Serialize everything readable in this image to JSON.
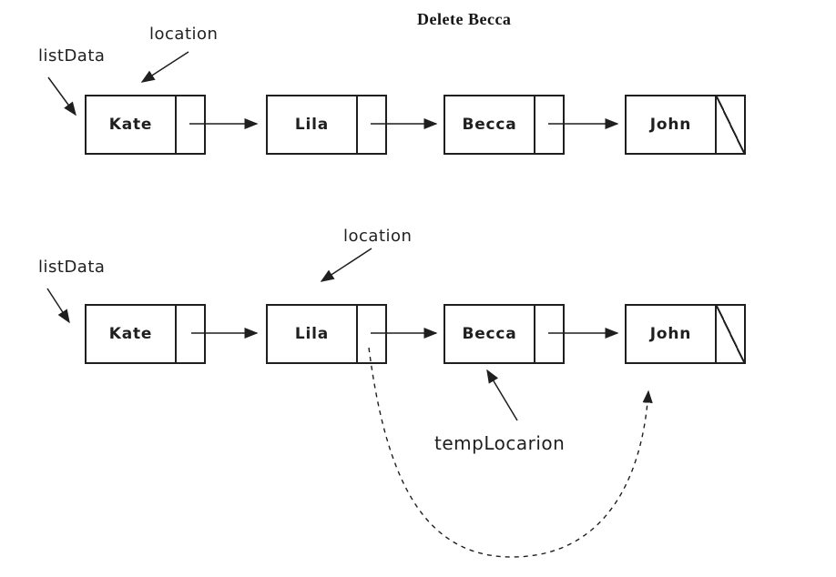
{
  "title": "Delete Becca",
  "colors": {
    "ink": "#1f1f1f",
    "background": "#ffffff"
  },
  "before": {
    "nodes": [
      {
        "data": "Kate",
        "next": "Lila"
      },
      {
        "data": "Lila",
        "next": "Becca"
      },
      {
        "data": "Becca",
        "next": "John"
      },
      {
        "data": "John",
        "next": "null"
      }
    ],
    "labels": {
      "listData": "listData",
      "location": "location"
    },
    "pointer_targets": {
      "listData": "Kate",
      "location": "Kate"
    }
  },
  "after": {
    "nodes": [
      {
        "data": "Kate",
        "next": "Lila"
      },
      {
        "data": "Lila",
        "next": "Becca"
      },
      {
        "data": "Becca",
        "next": "John"
      },
      {
        "data": "John",
        "next": "null"
      }
    ],
    "labels": {
      "listData": "listData",
      "location": "location",
      "tempLocation": "tempLocarion"
    },
    "pointer_targets": {
      "listData": "Kate",
      "location": "Lila",
      "tempLocation": "Becca"
    },
    "bypass_arrow": {
      "from": "Lila.next",
      "to": "John",
      "style": "dashed"
    }
  }
}
